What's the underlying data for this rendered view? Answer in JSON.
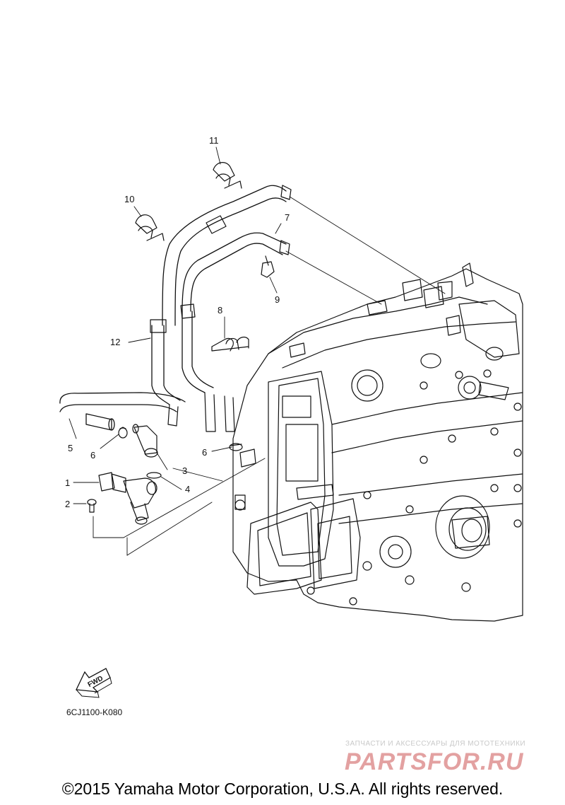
{
  "diagram": {
    "callouts": [
      {
        "id": "1",
        "label": "1"
      },
      {
        "id": "2",
        "label": "2"
      },
      {
        "id": "3",
        "label": "3"
      },
      {
        "id": "4",
        "label": "4"
      },
      {
        "id": "5",
        "label": "5"
      },
      {
        "id": "6a",
        "label": "6"
      },
      {
        "id": "6b",
        "label": "6"
      },
      {
        "id": "7",
        "label": "7"
      },
      {
        "id": "8",
        "label": "8"
      },
      {
        "id": "9",
        "label": "9"
      },
      {
        "id": "10",
        "label": "10"
      },
      {
        "id": "11",
        "label": "11"
      },
      {
        "id": "12",
        "label": "12"
      }
    ],
    "fwd_label": "FWD",
    "part_code": "6CJ1100-K080"
  },
  "watermark": {
    "subtitle": "ЗАПЧАСТИ И АКСЕССУАРЫ ДЛЯ МОТОТЕХНИКИ",
    "logo_text": "PARTSFOR.RU",
    "color": "#e3a1a1"
  },
  "footer": {
    "copyright": "©2015 Yamaha Motor Corporation, U.S.A. All rights reserved."
  }
}
